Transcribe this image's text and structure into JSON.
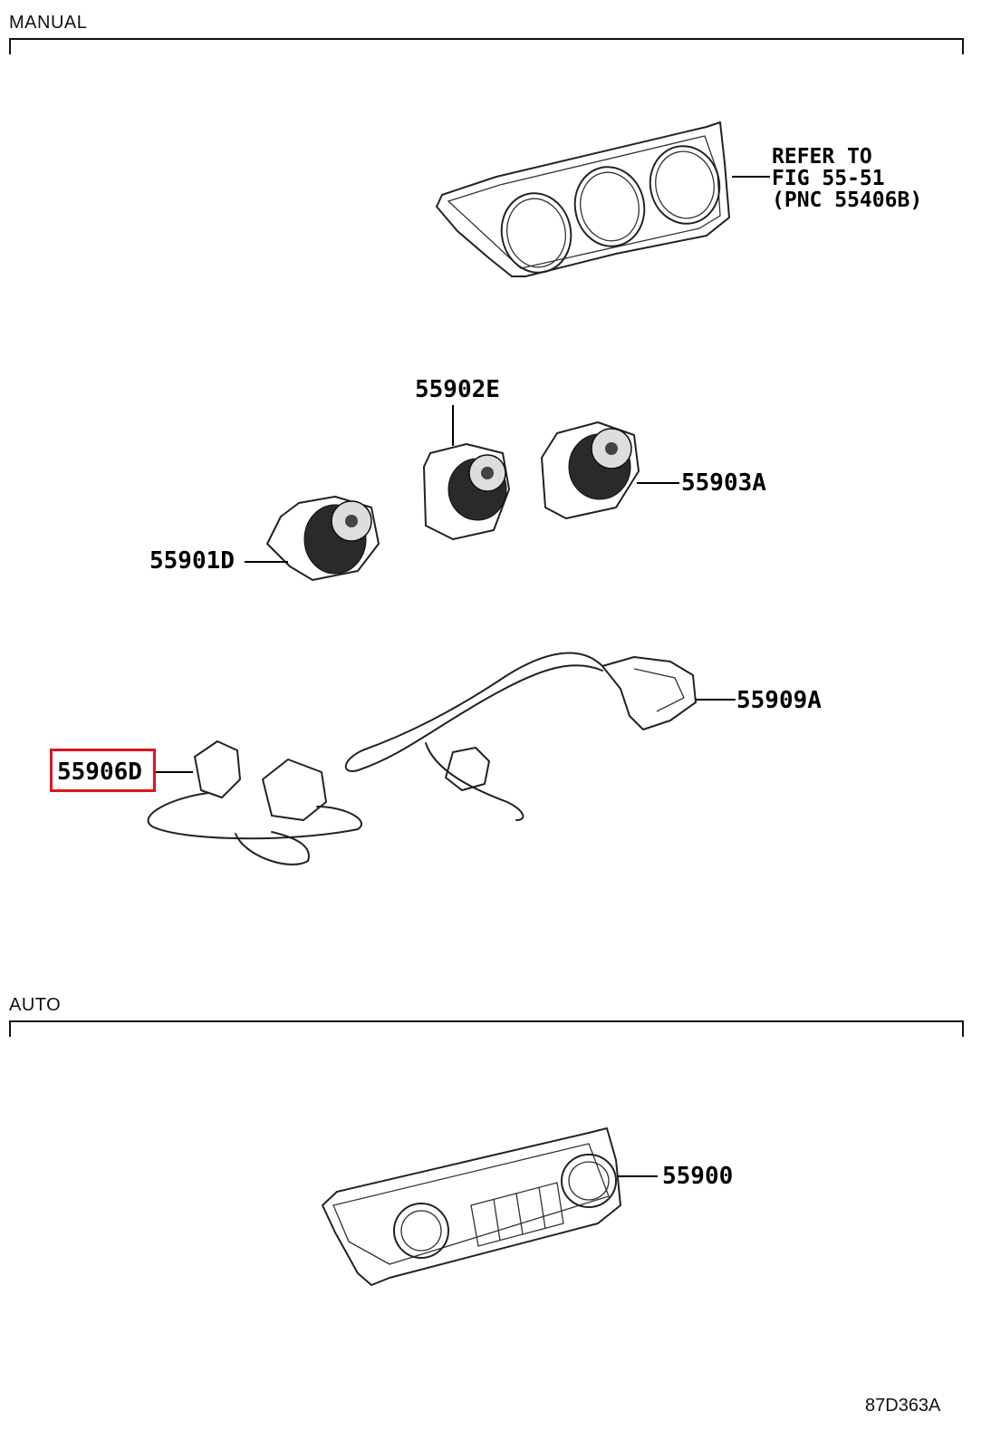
{
  "sections": {
    "manual": {
      "title": "MANUAL"
    },
    "auto": {
      "title": "AUTO"
    }
  },
  "callouts": {
    "refer_line1": "REFER TO",
    "refer_line2": "FIG 55-51",
    "refer_line3": "(PNC 55406B)",
    "p55902E": "55902E",
    "p55903A": "55903A",
    "p55901D": "55901D",
    "p55909A": "55909A",
    "p55906D": "55906D",
    "p55900": "55900"
  },
  "figure_code": "87D363A",
  "colors": {
    "highlight": "#e0141e",
    "line": "#222222"
  }
}
